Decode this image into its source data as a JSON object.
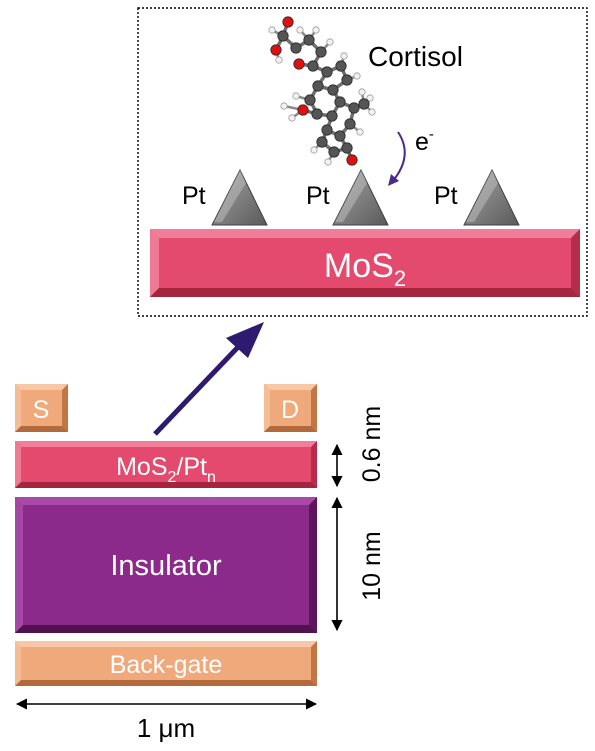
{
  "inset": {
    "molecule_label": "Cortisol",
    "electron": {
      "base": "e",
      "sup": "-"
    },
    "catalyst_labels": [
      "Pt",
      "Pt",
      "Pt"
    ],
    "substrate": {
      "base": "MoS",
      "sub": "2"
    }
  },
  "device": {
    "source_label": "S",
    "drain_label": "D",
    "channel": {
      "base1": "MoS",
      "sub1": "2",
      "base2": "/Pt",
      "sub2": "n"
    },
    "insulator_label": "Insulator",
    "gate_label": "Back-gate",
    "channel_thickness": "0.6 nm",
    "insulator_thickness": "10 nm",
    "width_label": "1 μm"
  },
  "colors": {
    "mos2": "#e34a6e",
    "mos2_dark": "#b52c4d",
    "pt": "#7f7f7f",
    "insulator": "#8c2a8c",
    "insulator_dark": "#5e1560",
    "electrode": "#f0a97a",
    "electrode_dark": "#c27646",
    "arrow": "#2e1a6e",
    "carbon": "#555555",
    "oxygen": "#e01010",
    "hydrogen": "#f2f2f2"
  }
}
